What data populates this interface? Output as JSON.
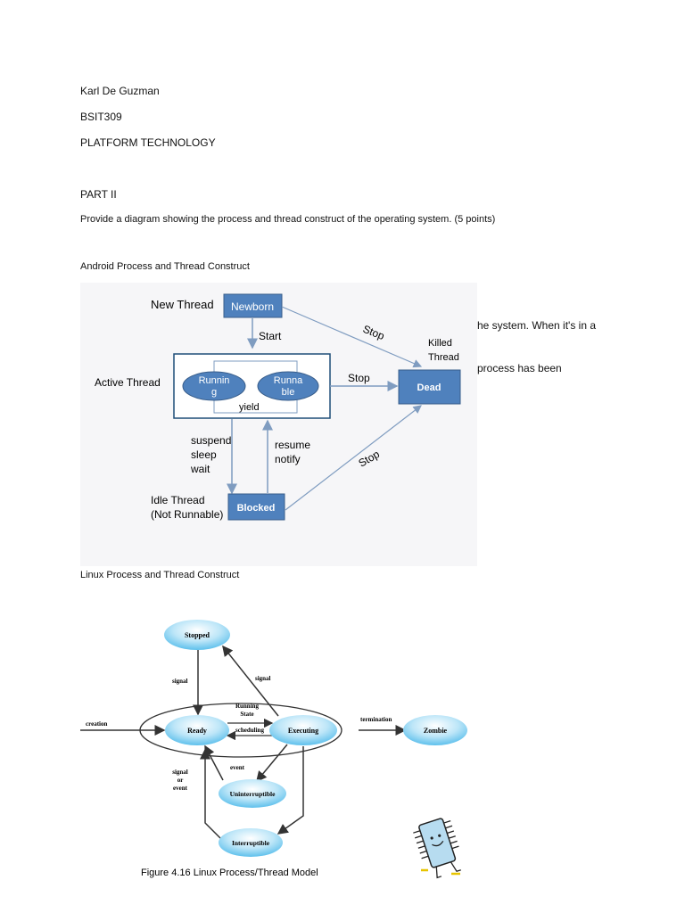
{
  "header": {
    "name": "Karl De Guzman",
    "section": "BSIT309",
    "course": "PLATFORM TECHNOLOGY"
  },
  "part": {
    "title": "PART II",
    "instruction": "Provide a diagram showing the process and thread construct of the operating system. (5 points)"
  },
  "android": {
    "caption": "Android Process and Thread Construct",
    "overflow_text": [
      "he system. When it's in a",
      "process has been"
    ],
    "labels": {
      "new_thread": "New Thread",
      "newborn": "Newborn",
      "start": "Start",
      "stop_top": "Stop",
      "killed_thread_1": "Killed",
      "killed_thread_2": "Thread",
      "active_thread": "Active Thread",
      "running_1": "Runnin",
      "running_2": "g",
      "runnable_1": "Runna",
      "runnable_2": "ble",
      "yield": "yield",
      "stop_mid": "Stop",
      "dead": "Dead",
      "suspend": "suspend",
      "sleep": "sleep",
      "wait": "wait",
      "resume": "resume",
      "notify": "notify",
      "stop_bottom": "Stop",
      "idle_thread_1": "Idle Thread",
      "idle_thread_2": "(Not Runnable)",
      "blocked": "Blocked"
    },
    "colors": {
      "box": "#4f81bd",
      "box_border": "#385d8a",
      "frame": "#1f4e79"
    }
  },
  "linux": {
    "caption": "Linux Process and Thread Construct",
    "labels": {
      "stopped": "Stopped",
      "signal_left": "signal",
      "signal_right": "signal",
      "running_state_1": "Running",
      "running_state_2": "State",
      "creation": "creation",
      "ready": "Ready",
      "scheduling": "scheduling",
      "executing": "Executing",
      "termination": "termination",
      "zombie": "Zombie",
      "signal_or_event_1": "signal",
      "signal_or_event_2": "or",
      "signal_or_event_3": "event",
      "event": "event",
      "uninterruptible": "Uninterruptible",
      "interruptible": "Interruptible",
      "figure_caption": "Figure 4.16 Linux Process/Thread Model"
    },
    "colors": {
      "node": "#7fcdf0",
      "node_light": "#e6f6fd"
    }
  }
}
